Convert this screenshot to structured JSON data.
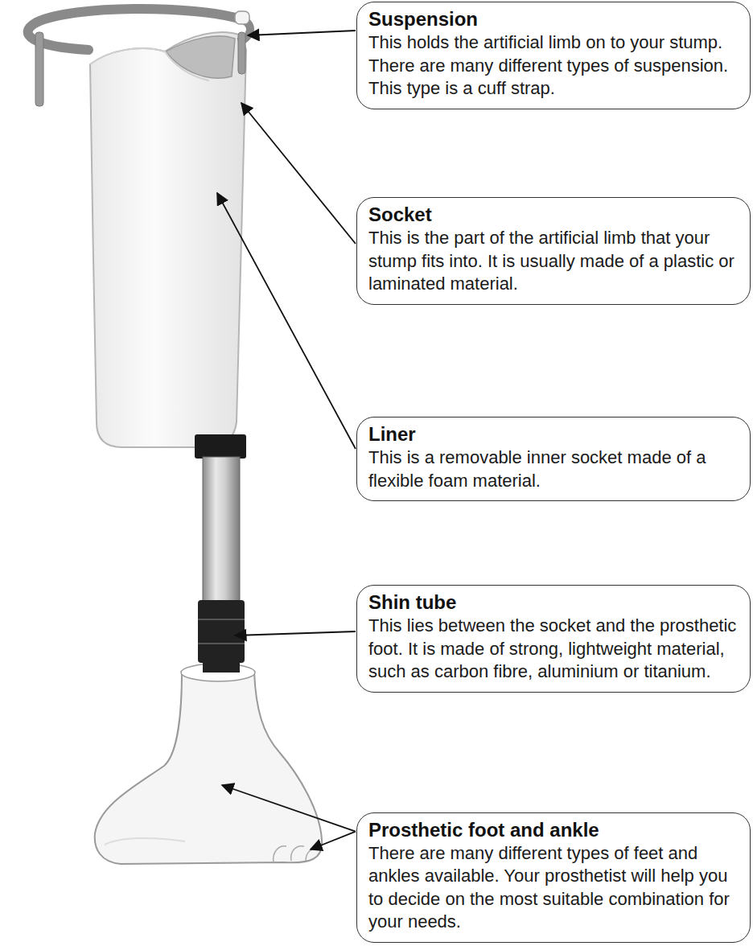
{
  "diagram": {
    "nodes": [
      {
        "text": [
          "Suspension",
          "This holds the artificial limb on to your stump. There are many different types of suspension. This type is a cuff strap."
        ]
      },
      {
        "text": [
          "Socket",
          "This is the part of the artificial limb that your stump fits into. It is usually made of a plastic or laminated material."
        ]
      },
      {
        "text": [
          "Liner",
          "This is a removable inner socket made of a flexible foam material."
        ]
      },
      {
        "text": [
          "Shin tube",
          "This lies between the socket and the prosthetic foot. It is made of strong, lightweight material, such as carbon fibre, aluminium or titanium."
        ]
      },
      {
        "text": [
          "Prosthetic foot and ankle",
          "There are many different types of feet and ankles available. Your prosthetist will help you to decide on the most suitable combination for your needs."
        ]
      }
    ]
  }
}
